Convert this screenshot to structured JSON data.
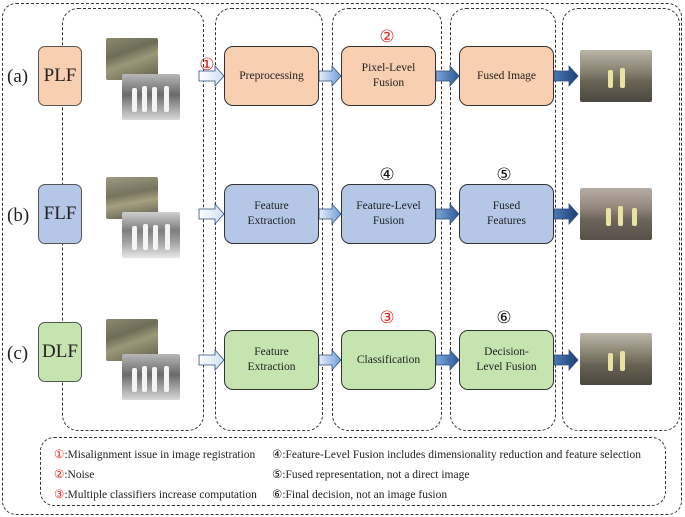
{
  "rows": [
    {
      "label": "(a)",
      "tag": "PLF",
      "box1": "Preprocessing",
      "box2": "Pixel-Level\nFusion",
      "box3": "Fused Image"
    },
    {
      "label": "(b)",
      "tag": "FLF",
      "box1": "Feature\nExtraction",
      "box2": "Feature-Level\nFusion",
      "box3": "Fused\nFeatures"
    },
    {
      "label": "(c)",
      "tag": "DLF",
      "box1": "Feature\nExtraction",
      "box2": "Classification",
      "box3": "Decision-\nLevel Fusion"
    }
  ],
  "markers": {
    "m1": "①",
    "m2": "②",
    "m3": "③",
    "m4": "④",
    "m5": "⑤",
    "m6": "⑥"
  },
  "legend": {
    "l1_num": "①",
    "l1_text": ":Misalignment issue in image registration",
    "l2_num": "②",
    "l2_text": ":Noise",
    "l3_num": "③",
    "l3_text": ":Multiple classifiers increase computation",
    "l4_num": "④",
    "l4_text": ":Feature-Level Fusion includes dimensionality reduction and feature selection",
    "l5_num": "⑤",
    "l5_text": ":Fused representation, not a direct image",
    "l6_num": "⑥",
    "l6_text": ":Final decision, not an image fusion"
  },
  "colors": {
    "plf": "#f8cfb0",
    "flf": "#b4c7e7",
    "dlf": "#c6e4b0",
    "issue_marker": "#e0201a"
  }
}
